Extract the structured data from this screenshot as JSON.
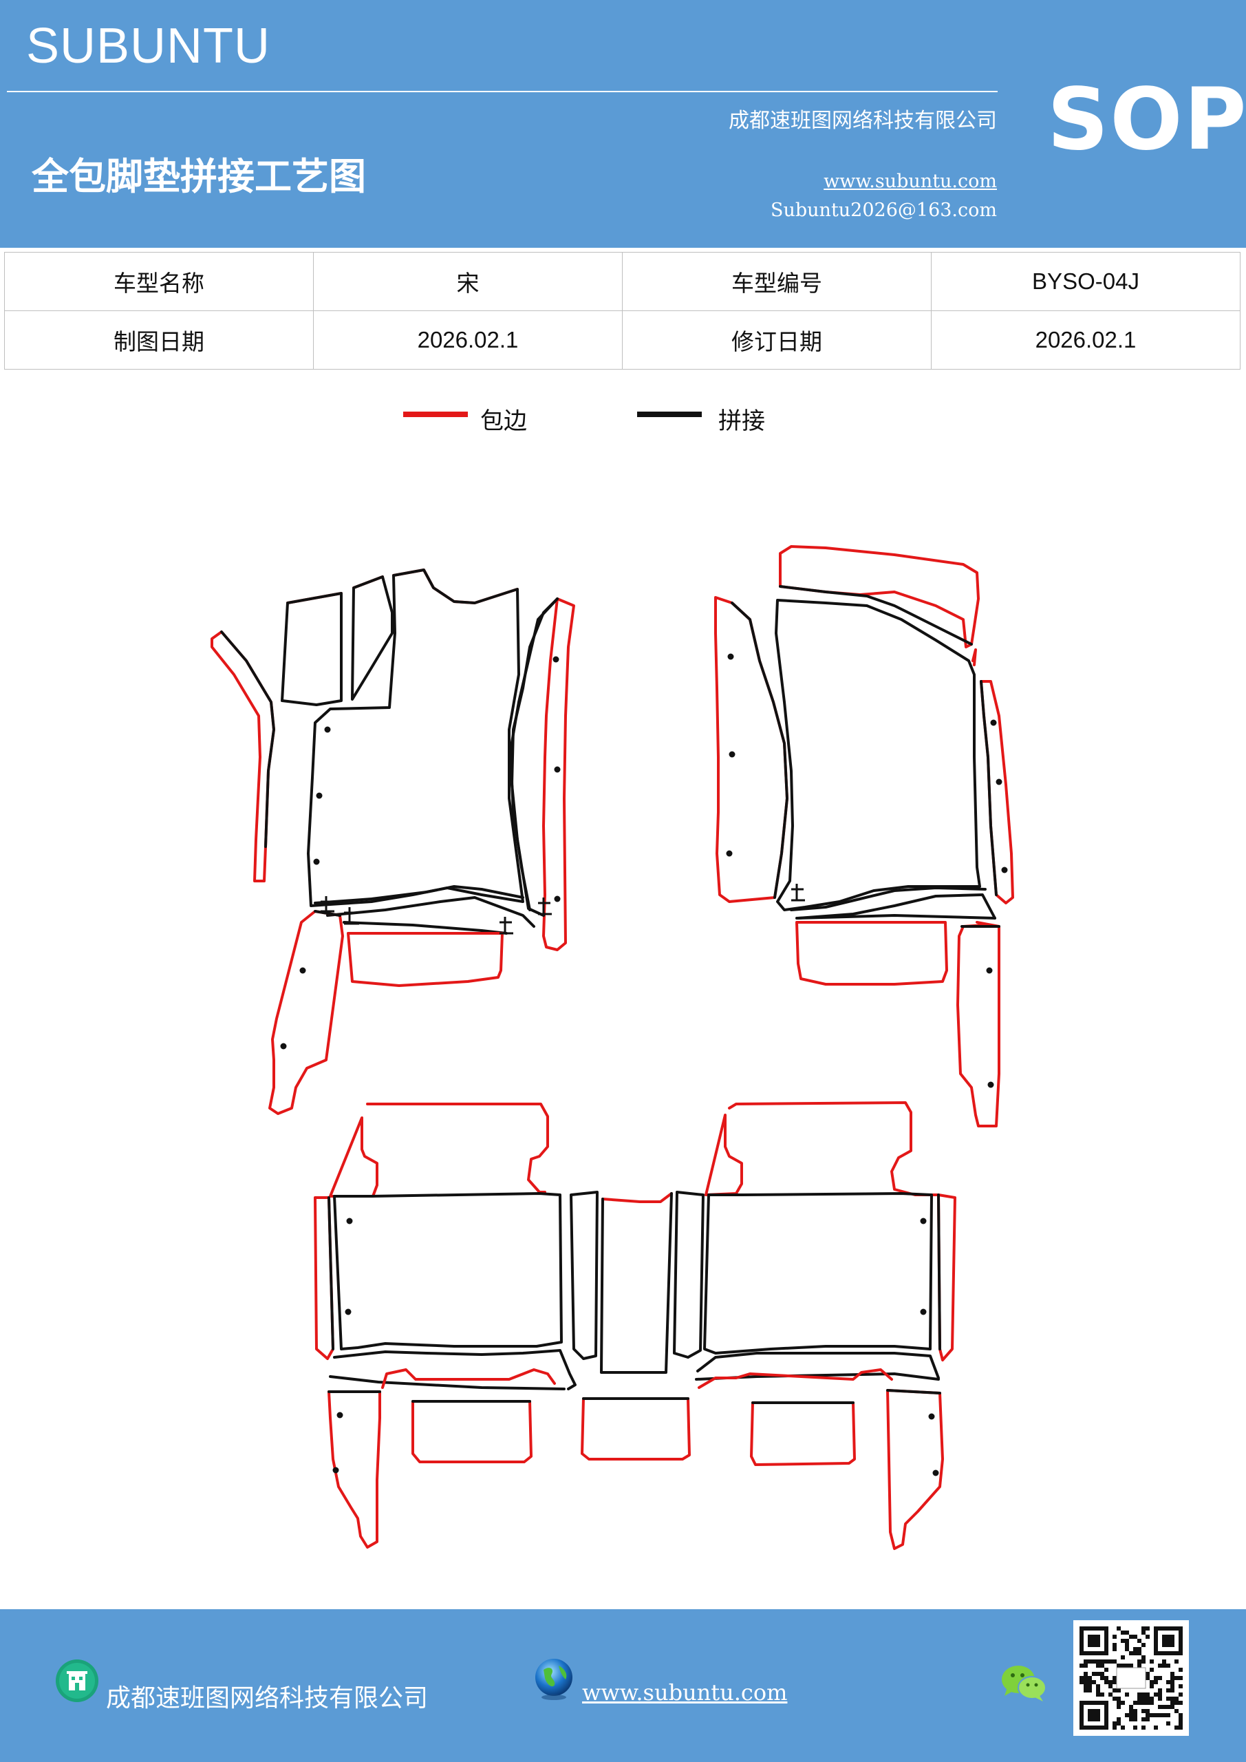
{
  "header": {
    "brand": "SUBUNTU",
    "company": "成都速班图网络科技有限公司",
    "title": "全包脚垫拼接工艺图",
    "website": "www.subuntu.com",
    "email": "Subuntu2026@163.com",
    "badge": "SOP"
  },
  "info_table": {
    "rows": [
      {
        "label1": "车型名称",
        "value1": "宋",
        "label2": "车型编号",
        "value2": "BYSO-04J"
      },
      {
        "label1": "制图日期",
        "value1": "2026.02.1",
        "label2": "修订日期",
        "value2": "2026.02.1"
      }
    ]
  },
  "legend": {
    "edge_label": "包边",
    "edge_color": "#e31818",
    "splice_label": "拼接",
    "splice_color": "#111111"
  },
  "footer": {
    "company": "成都速班图网络科技有限公司",
    "website": "www.subuntu.com",
    "icons": [
      "building-icon",
      "globe-icon",
      "wechat-icon",
      "qr-code-icon"
    ]
  }
}
